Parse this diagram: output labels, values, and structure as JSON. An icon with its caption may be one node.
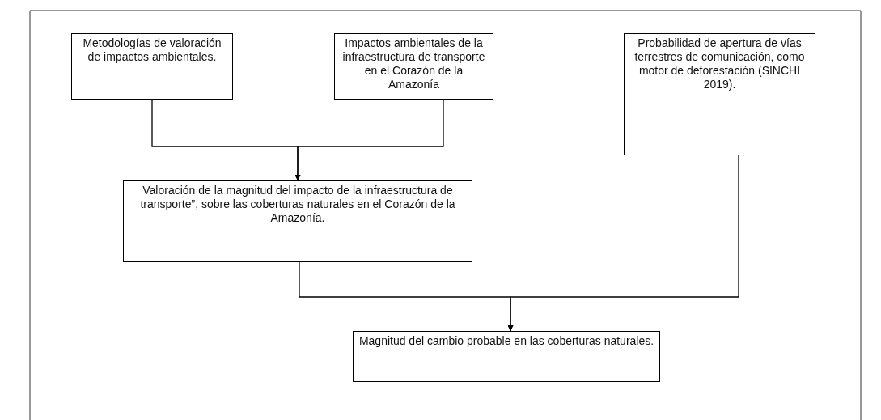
{
  "diagram": {
    "nodes": [
      {
        "text": [
          "Metodologías de valoración de impactos ambientales."
        ]
      },
      {
        "text": [
          "Impactos ambientales de la infraestructura de transporte en el Corazón de la Amazonía"
        ]
      },
      {
        "text": [
          "Probabilidad de apertura de vías terrestres de comunicación, como motor de deforestación (SINCHI 2019)."
        ]
      },
      {
        "text": [
          "Valoración de la magnitud del impacto de la infraestructura de transporte”, sobre las coberturas naturales en el Corazón de la Amazonía."
        ]
      },
      {
        "text": [
          "Magnitud del cambio probable en las coberturas naturales."
        ]
      }
    ],
    "edges": [
      {
        "from": 0,
        "to": 3,
        "arrow": "to"
      },
      {
        "from": 1,
        "to": 3,
        "arrow": "to"
      },
      {
        "from": 3,
        "to": 4,
        "arrow": "to"
      },
      {
        "from": 2,
        "to": 4,
        "arrow": "to"
      }
    ]
  }
}
